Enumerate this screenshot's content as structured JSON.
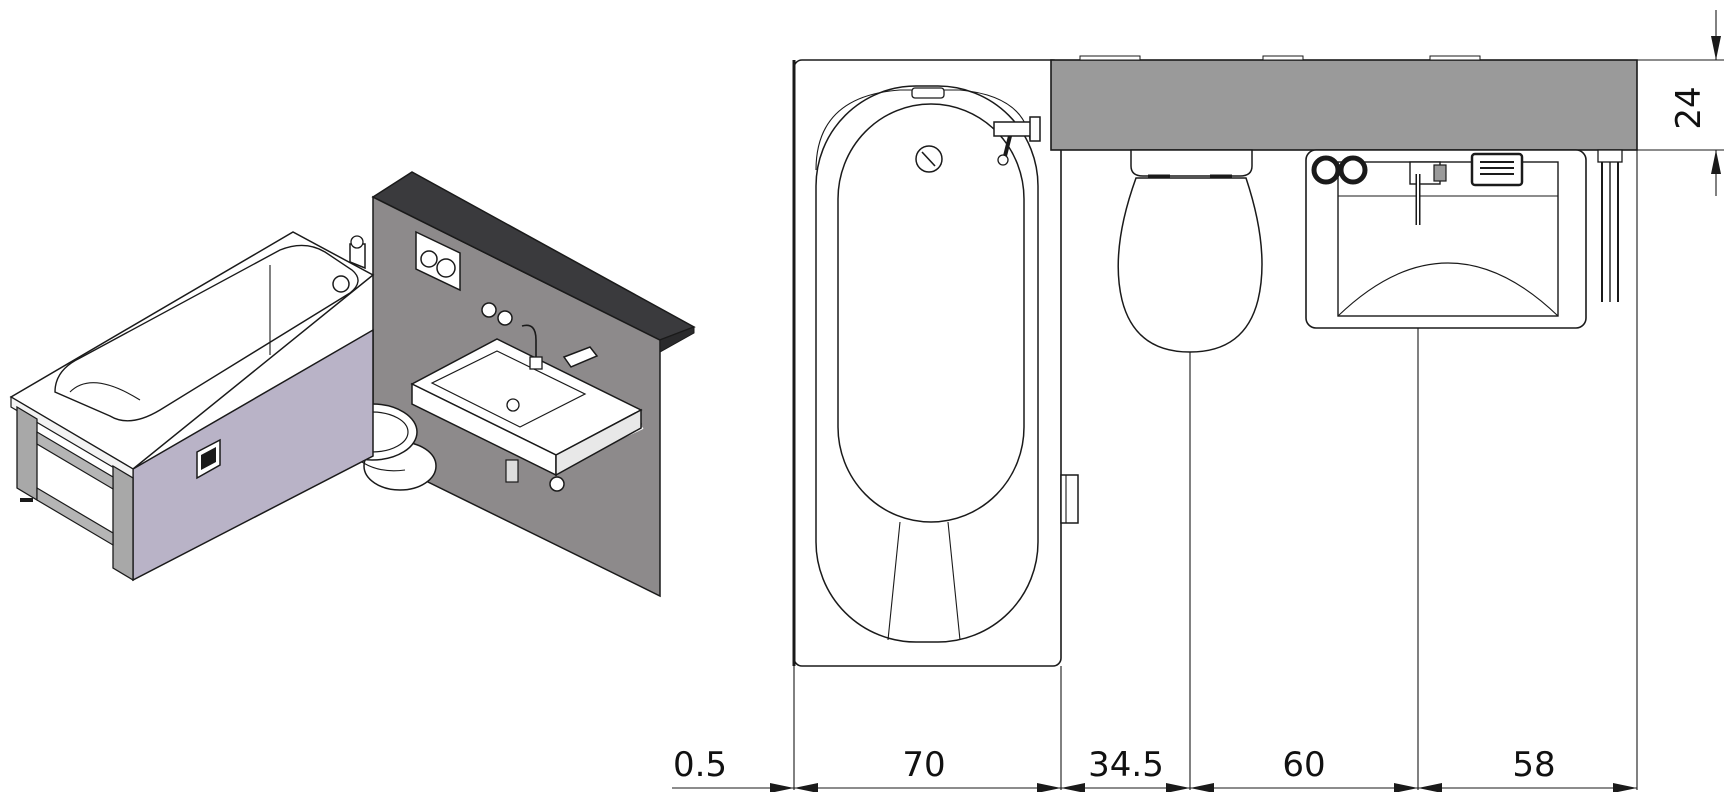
{
  "diagram": {
    "horizontal_dimensions": [
      "0.5",
      "70",
      "34.5",
      "60",
      "58"
    ],
    "vertical_dimension": "24",
    "colors": {
      "wall_panel_top": "#9a9a9a",
      "wall_panel_iso": "#8d8a8b",
      "wall_panel_top_edge": "#3a3a3d",
      "bath_side_panel": "#b9b3c7",
      "frame_metal": "#a8a8a8",
      "line": "#1a1a1a"
    }
  }
}
